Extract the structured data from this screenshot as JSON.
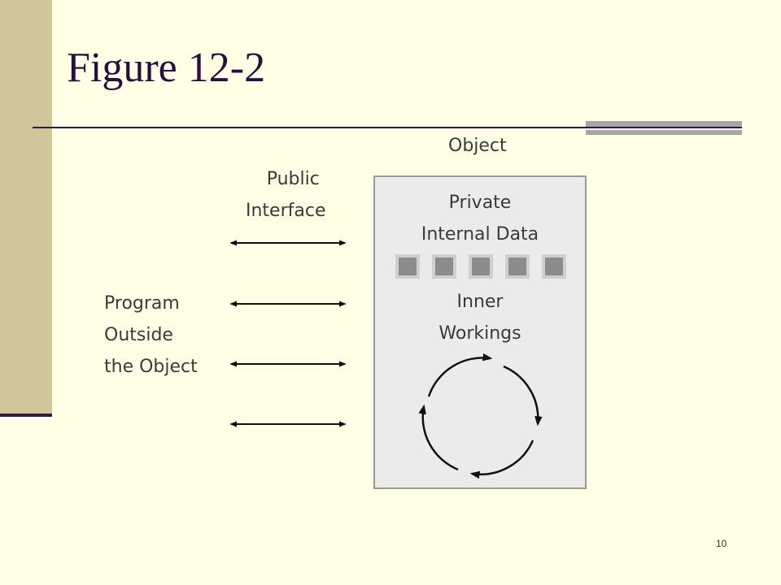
{
  "slide": {
    "title": "Figure 12-2",
    "page_number": "10"
  },
  "diagram": {
    "object_label": "Object",
    "public_interface": [
      "Public",
      "Interface"
    ],
    "program_outside": [
      "Program",
      "Outside",
      "the Object"
    ],
    "private_data": [
      "Private",
      "Internal Data"
    ],
    "inner_workings": [
      "Inner",
      "Workings"
    ],
    "data_cell_count": 5,
    "interface_arrow_count": 4
  },
  "colors": {
    "background": "#ffffe5",
    "sidebar": "#cfc79a",
    "title": "#2c0d3f",
    "rule": "#3b1450",
    "box_fill": "#ebebeb",
    "box_border": "#9a9a9a",
    "cell_fill": "#8c8c8c"
  }
}
